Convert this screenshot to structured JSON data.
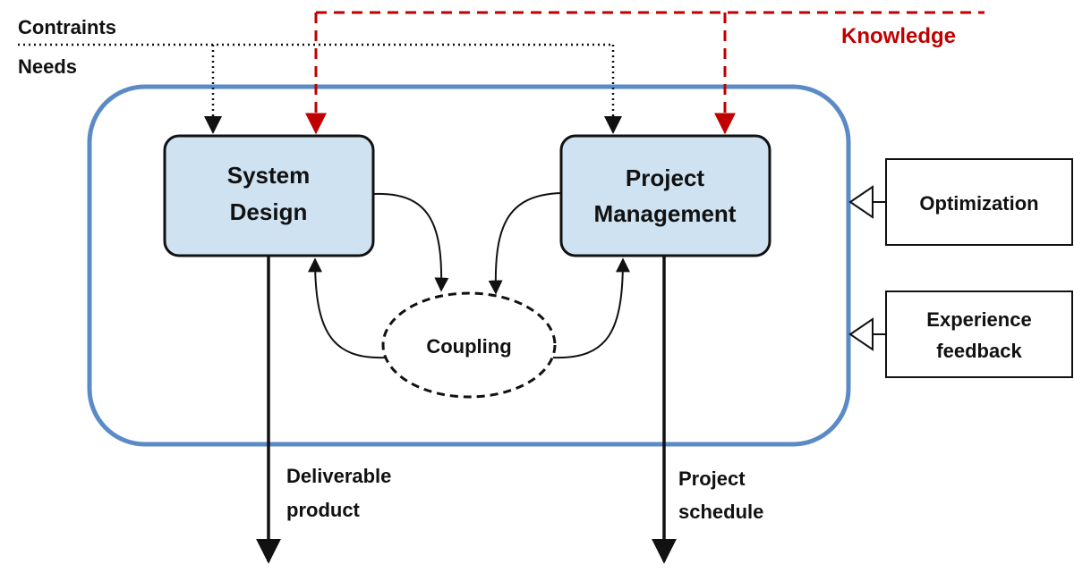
{
  "labels": {
    "constraints": "Contraints",
    "needs": "Needs",
    "knowledge": "Knowledge",
    "system_design_line1": "System",
    "system_design_line2": "Design",
    "project_mgmt_line1": "Project",
    "project_mgmt_line2": "Management",
    "coupling": "Coupling",
    "optimization": "Optimization",
    "experience_line1": "Experience",
    "experience_line2": "feedback",
    "deliverable_line1": "Deliverable",
    "deliverable_line2": "product",
    "schedule_line1": "Project",
    "schedule_line2": "schedule"
  },
  "colors": {
    "container_border": "#5b8bc6",
    "box_fill": "#cfe2f1",
    "knowledge": "#c00000",
    "line": "#111111"
  }
}
